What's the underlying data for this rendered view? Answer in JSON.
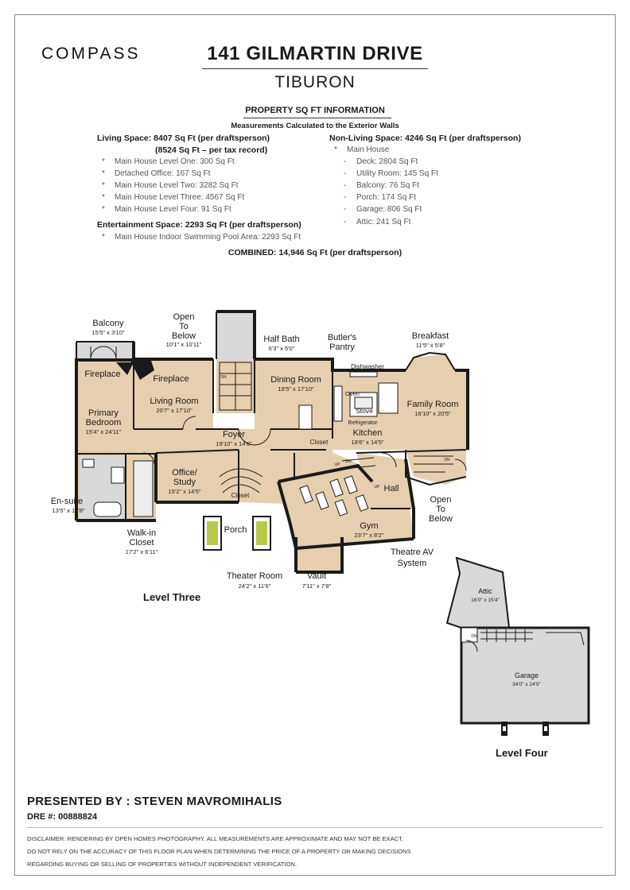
{
  "brand": {
    "logo": "COMPASS"
  },
  "header": {
    "title": "141 GILMARTIN DRIVE",
    "subtitle": "TIBURON"
  },
  "sqft": {
    "heading": "PROPERTY SQ FT INFORMATION",
    "subheading": "Measurements Calculated to the Exterior Walls",
    "living": {
      "title": "Living Space: 8407 Sq Ft (per draftsperson)",
      "tax": "(8524 Sq Ft – per tax record)",
      "items": [
        "Main House Level One: 300 Sq Ft",
        "Detached Office: 167 Sq Ft",
        "Main House Level Two: 3282 Sq Ft",
        "Main House Level Three: 4567 Sq Ft",
        "Main House Level Four: 91 Sq Ft"
      ]
    },
    "entertainment": {
      "title": "Entertainment Space: 2293 Sq Ft (per draftsperson)",
      "items": [
        "Main House Indoor Swimming Pool Area: 2293 Sq Ft"
      ]
    },
    "nonliving": {
      "title": "Non-Living Space: 4246 Sq Ft (per draftsperson)",
      "parent": "Main House",
      "items": [
        "Deck: 2804 Sq Ft",
        "Utility Room: 145 Sq Ft",
        "Balcony: 76 Sq Ft",
        "Porch: 174 Sq Ft",
        "Garage: 806 Sq Ft",
        "Attic: 241 Sq Ft"
      ]
    },
    "combined": "COMBINED:  14,946  Sq Ft (per draftsperson)"
  },
  "floorplan": {
    "level_three_label": "Level Three",
    "level_four_label": "Level Four",
    "rooms": {
      "balcony": {
        "name": "Balcony",
        "dim": "15'5\" x 3'10\""
      },
      "open_to_below_1": {
        "name1": "Open",
        "name2": "To",
        "name3": "Below",
        "dim": "10'1\" x 10'11\""
      },
      "half_bath": {
        "name": "Half Bath",
        "dim": "6'3\" x 5'0\""
      },
      "butlers_pantry": {
        "name1": "Butler's",
        "name2": "Pantry"
      },
      "breakfast": {
        "name": "Breakfast",
        "dim": "11'5\" x 5'8\""
      },
      "dishwasher": {
        "name": "Dishwasher"
      },
      "fireplace_bed": {
        "name": "Fireplace"
      },
      "fireplace_living": {
        "name": "Fireplace"
      },
      "living_room": {
        "name": "Living Room",
        "dim": "20'7\" x 17'10\""
      },
      "dining_room": {
        "name": "Dining Room",
        "dim": "19'5\" x 17'10\""
      },
      "oven": {
        "name": "Oven"
      },
      "stove": {
        "name": "Stove"
      },
      "refrigerator": {
        "name": "Refrigerator"
      },
      "family_room": {
        "name": "Family Room",
        "dim": "16'10\" x 20'5\""
      },
      "primary_bedroom": {
        "name1": "Primary",
        "name2": "Bedroom",
        "dim": "15'4\" x 24'11\""
      },
      "foyer": {
        "name": "Foyer",
        "dim": "19'10\" x 14'6\""
      },
      "kitchen": {
        "name": "Kitchen",
        "dim": "18'6\" x 14'5\""
      },
      "closet_1": {
        "name": "Closet"
      },
      "closet_2": {
        "name": "Closet"
      },
      "office": {
        "name1": "Office/",
        "name2": "Study",
        "dim": "15'2\" x 14'5\""
      },
      "hall": {
        "name": "Hall"
      },
      "open_to_below_2": {
        "name1": "Open",
        "name2": "To",
        "name3": "Below"
      },
      "en_suite": {
        "name": "En-suite",
        "dim": "13'5\" x 17'8\""
      },
      "porch": {
        "name": "Porch"
      },
      "gym": {
        "name": "Gym",
        "dim": "23'7\" x 8'2\""
      },
      "walkin_closet": {
        "name1": "Walk-in",
        "name2": "Closet",
        "dim": "17'2\" x 6'11\""
      },
      "theatre_av": {
        "name1": "Theatre AV",
        "name2": "System"
      },
      "theater_room": {
        "name": "Theater Room",
        "dim": "24'2\" x 11'6\""
      },
      "vault": {
        "name": "Vault",
        "dim": "7'11\" x 7'8\""
      },
      "attic": {
        "name": "Attic",
        "dim": "16'0\" x 15'4\""
      },
      "garage": {
        "name": "Garage",
        "dim": "34'0\" x 24'9\""
      }
    },
    "stair_marks": {
      "dn": "DN",
      "up": "UP"
    }
  },
  "footer": {
    "presented_by": "PRESENTED BY : STEVEN MAVROMIHALIS",
    "dre": "DRE #: 00888824",
    "disclaimer": [
      "DISCLAIMER: RENDERING BY OPEN HOMES PHOTOGRAPHY. ALL MEASUREMENTS ARE APPROXIMATE AND MAY NOT BE EXACT.",
      "DO NOT RELY ON THE ACCURACY OF THIS FLOOR PLAN WHEN DETERMINING THE PRICE OF A PROPERTY OR MAKING DECISIONS",
      "REGARDING BUYING OR SELLING OF PROPERTIES WITHOUT INDEPENDENT VERIFICATION."
    ]
  },
  "colors": {
    "floor": "#e6cfae",
    "floor_gray": "#d9d9d9",
    "wall": "#1a1a1a",
    "porch_green": "#b7c84a"
  }
}
